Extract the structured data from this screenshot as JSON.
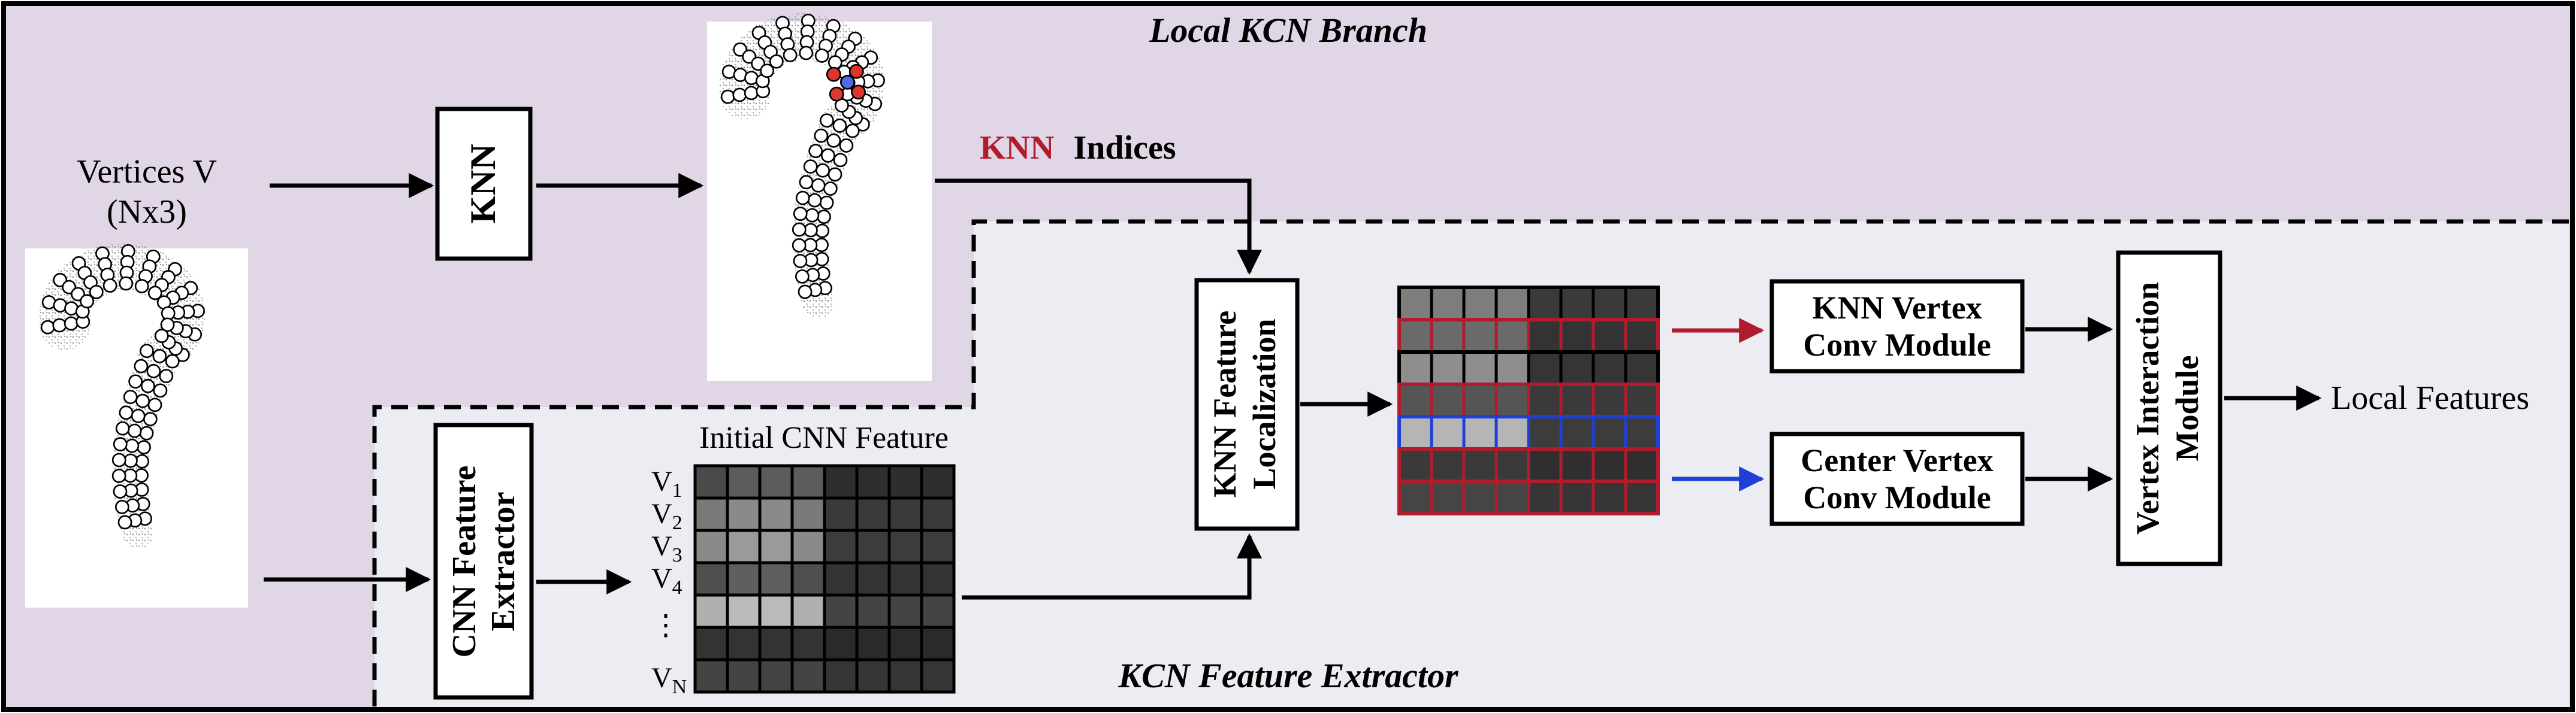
{
  "branch_title": "Local KCN Branch",
  "extractor_title": "KCN Feature Extractor",
  "input": {
    "label_line1": "Vertices V",
    "label_line2": "(Nx3)"
  },
  "knn_box": {
    "label": "KNN"
  },
  "knn_indices": {
    "knn_word": "KNN",
    "indices_word": "Indices"
  },
  "cnn_extractor": {
    "line1": "CNN Feature",
    "line2": "Extractor"
  },
  "initial_feature": {
    "title": "Initial CNN Feature",
    "row_labels": [
      {
        "base": "V",
        "sub": "1"
      },
      {
        "base": "V",
        "sub": "2"
      },
      {
        "base": "V",
        "sub": "3"
      },
      {
        "base": "V",
        "sub": "4"
      },
      {
        "base": "⋮",
        "sub": ""
      },
      {
        "base": "V",
        "sub": "N"
      }
    ],
    "grid": [
      [
        "#4a4a4a",
        "#5c5c5c",
        "#5c5c5c",
        "#5c5c5c",
        "#2e2e2e",
        "#2e2e2e",
        "#2e2e2e",
        "#2e2e2e"
      ],
      [
        "#7a7a7a",
        "#8a8a8a",
        "#8a8a8a",
        "#7a7a7a",
        "#3a3a3a",
        "#3a3a3a",
        "#3a3a3a",
        "#3a3a3a"
      ],
      [
        "#8a8a8a",
        "#9a9a9a",
        "#9a9a9a",
        "#8a8a8a",
        "#3c3c3c",
        "#3c3c3c",
        "#3c3c3c",
        "#3c3c3c"
      ],
      [
        "#4f4f4f",
        "#5f5f5f",
        "#5f5f5f",
        "#4f4f4f",
        "#333333",
        "#333333",
        "#333333",
        "#333333"
      ],
      [
        "#b0b0b0",
        "#bababa",
        "#bababa",
        "#b0b0b0",
        "#444444",
        "#444444",
        "#444444",
        "#444444"
      ],
      [
        "#333333",
        "#333333",
        "#333333",
        "#333333",
        "#2a2a2a",
        "#2a2a2a",
        "#2a2a2a",
        "#2a2a2a"
      ],
      [
        "#444444",
        "#444444",
        "#444444",
        "#444444",
        "#353535",
        "#353535",
        "#353535",
        "#353535"
      ]
    ]
  },
  "localization": {
    "line1": "KNN Feature",
    "line2": "Localization"
  },
  "localized_feature": {
    "row_borders": [
      "#000000",
      "#b01c2e",
      "#000000",
      "#b01c2e",
      "#1f3fd6",
      "#b01c2e",
      "#b01c2e"
    ],
    "grid": [
      [
        "#7d7d7d",
        "#7d7d7d",
        "#7d7d7d",
        "#7d7d7d",
        "#3a3a3a",
        "#3a3a3a",
        "#3a3a3a",
        "#3a3a3a"
      ],
      [
        "#6a6a6a",
        "#6a6a6a",
        "#6a6a6a",
        "#6a6a6a",
        "#333333",
        "#333333",
        "#333333",
        "#333333"
      ],
      [
        "#8e8e8e",
        "#8e8e8e",
        "#8e8e8e",
        "#8e8e8e",
        "#353535",
        "#353535",
        "#353535",
        "#353535"
      ],
      [
        "#555555",
        "#555555",
        "#555555",
        "#555555",
        "#3a3a3a",
        "#3a3a3a",
        "#3a3a3a",
        "#3a3a3a"
      ],
      [
        "#b5b5b5",
        "#b5b5b5",
        "#b5b5b5",
        "#b5b5b5",
        "#3c3c3c",
        "#3c3c3c",
        "#3c3c3c",
        "#3c3c3c"
      ],
      [
        "#3a3a3a",
        "#3a3a3a",
        "#3a3a3a",
        "#3a3a3a",
        "#2f2f2f",
        "#2f2f2f",
        "#2f2f2f",
        "#2f2f2f"
      ],
      [
        "#454545",
        "#454545",
        "#454545",
        "#454545",
        "#363636",
        "#363636",
        "#363636",
        "#363636"
      ]
    ]
  },
  "knn_conv": {
    "line1": "KNN Vertex",
    "line2": "Conv Module",
    "arrow_color": "#b01c2e"
  },
  "center_conv": {
    "line1": "Center Vertex",
    "line2": "Conv Module",
    "arrow_color": "#1f3fd6"
  },
  "interaction": {
    "line1": "Vertex Interaction",
    "line2": "Module"
  },
  "output_label": "Local Features",
  "colors": {
    "branch_bg": "#e1d6e6",
    "extractor_bg": "#ececf3",
    "knn_red": "#b01c2e",
    "center_blue": "#1f3fd6",
    "neighbor_red": "#e0362d",
    "center_blue_dot": "#4f6bea"
  }
}
